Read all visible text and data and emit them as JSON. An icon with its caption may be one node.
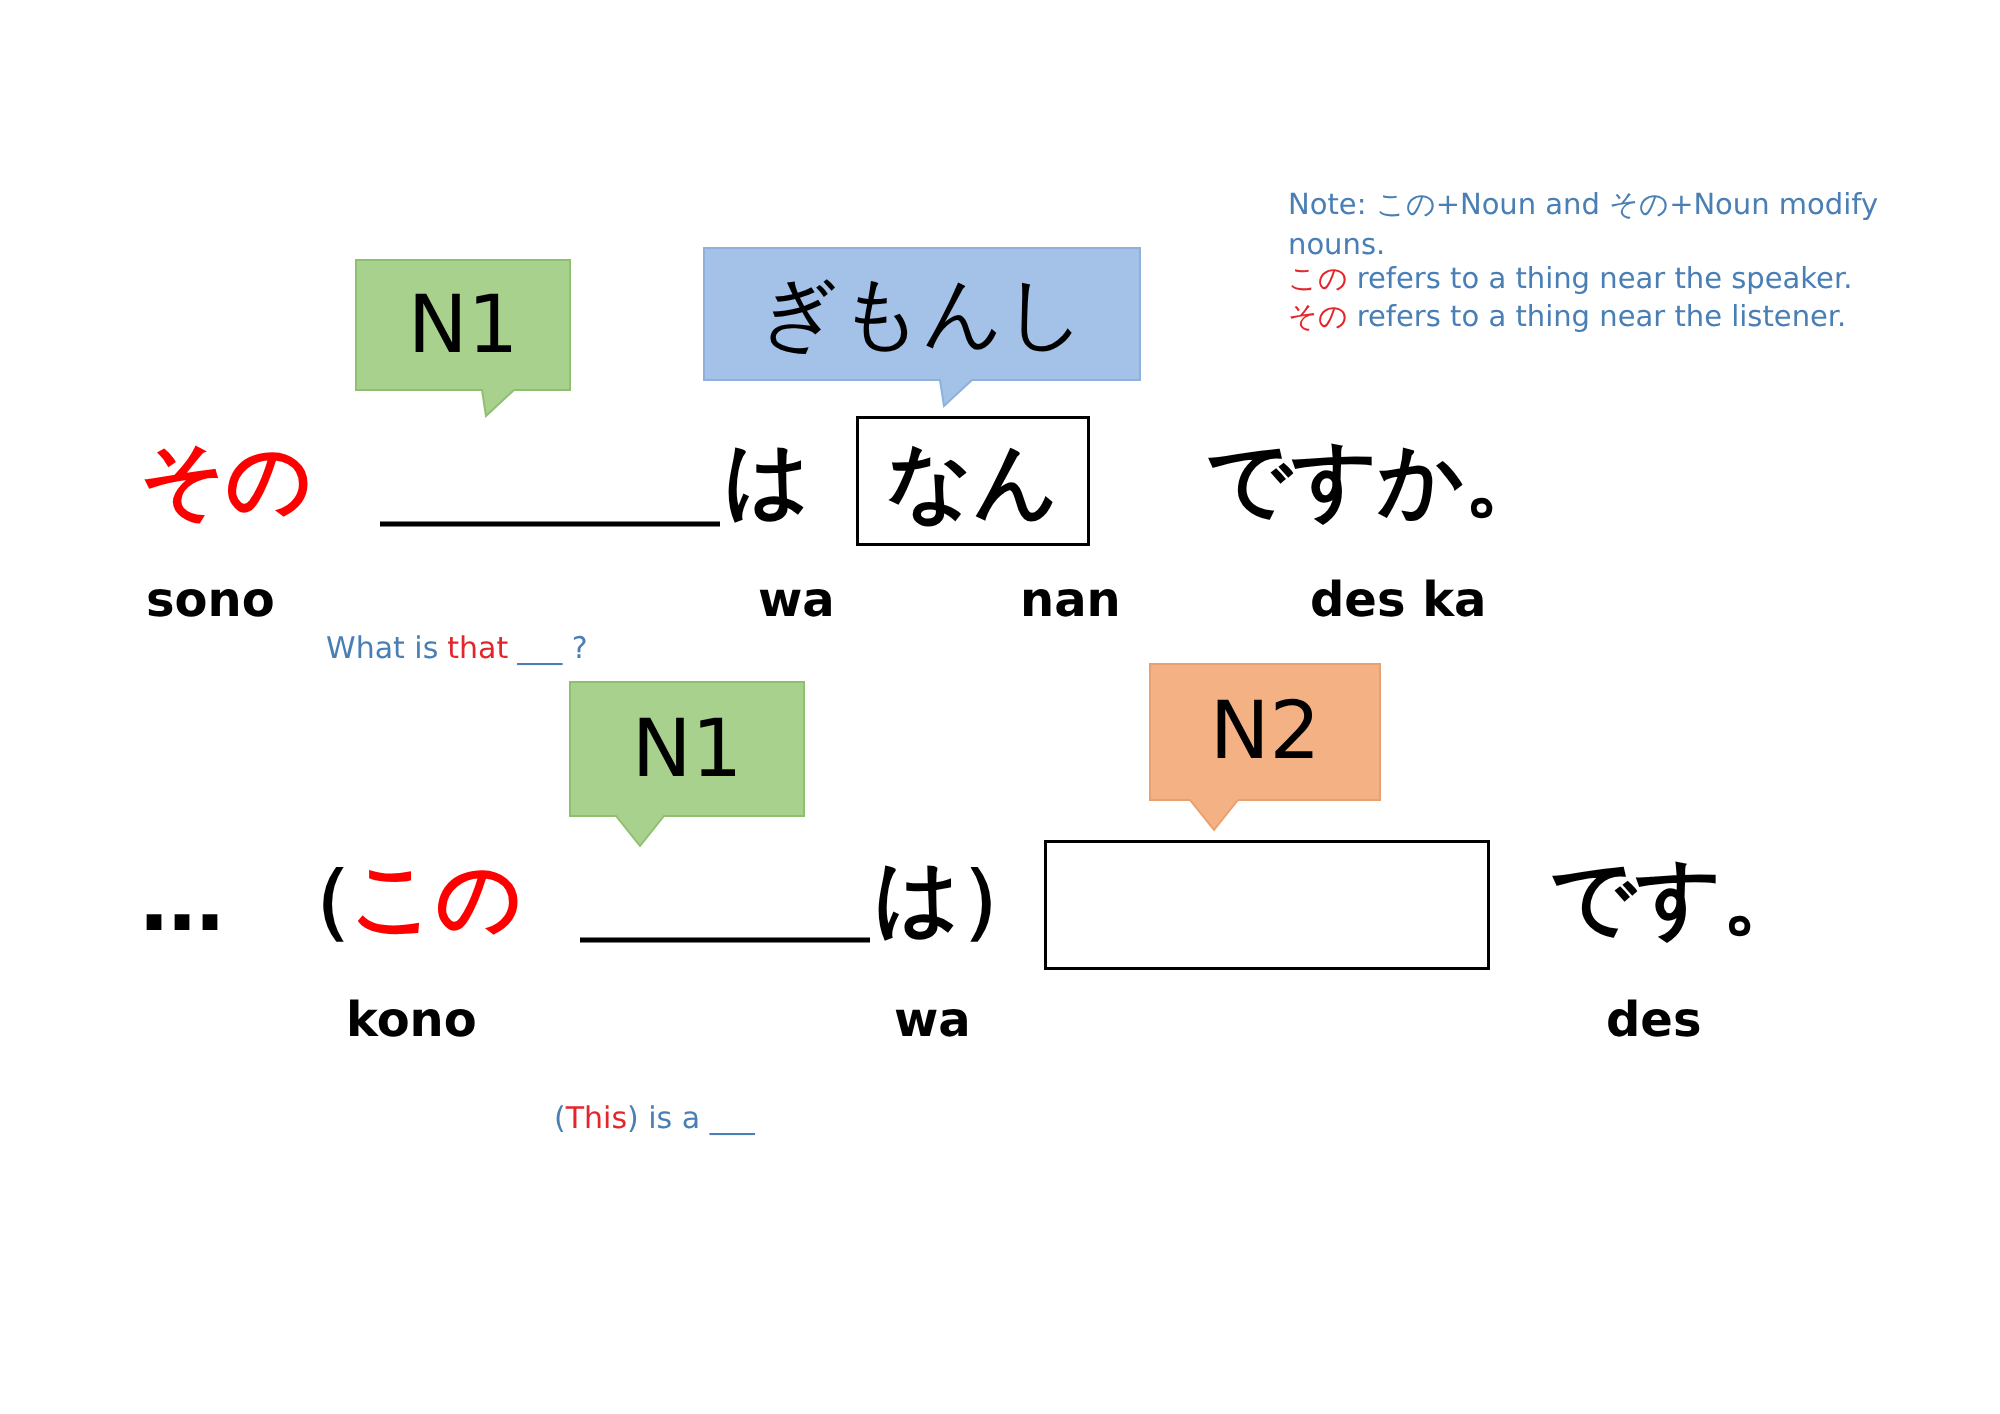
{
  "diagram": {
    "nodes": [
      {
        "text": [
          "N1"
        ]
      },
      {
        "text": [
          "ぎもんし"
        ]
      },
      {
        "text": [
          "なん"
        ]
      },
      {
        "text": [
          "N1"
        ]
      },
      {
        "text": [
          "N2"
        ]
      },
      {
        "text": [],
        "shape": "box"
      }
    ],
    "labels": [
      "Note: この+Noun and その+Noun modify nouns.",
      "この",
      "refers to a thing near the speaker.",
      "その",
      "refers to a thing near the listener.",
      "その",
      "は",
      "ですか。",
      "sono",
      "wa",
      "nan",
      "des ka",
      "What is",
      "that",
      "___ ?",
      "…",
      "（",
      "この",
      "は）",
      "です。",
      "kono",
      "wa",
      "des",
      "(",
      "This",
      ") is a ___"
    ]
  }
}
